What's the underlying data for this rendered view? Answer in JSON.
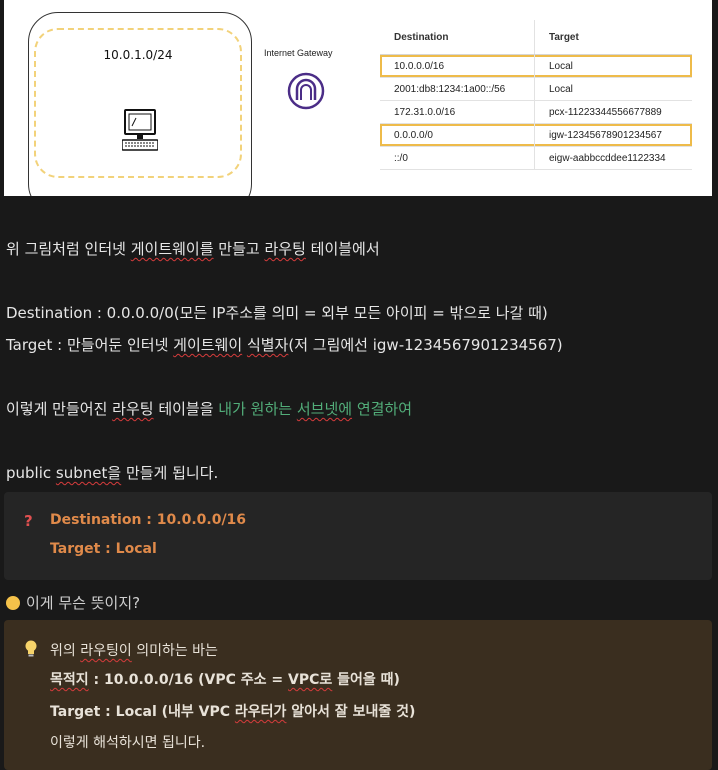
{
  "figure": {
    "cidr": "10.0.1.0/24",
    "igw_label": "Internet Gateway",
    "table": {
      "headers": [
        "Destination",
        "Target"
      ],
      "rows": [
        {
          "destination": "10.0.0.0/16",
          "target": "Local",
          "highlighted": true
        },
        {
          "destination": "2001:db8:1234:1a00::/56",
          "target": "Local",
          "highlighted": false
        },
        {
          "destination": "172.31.0.0/16",
          "target": "pcx-11223344556677889",
          "highlighted": false
        },
        {
          "destination": "0.0.0.0/0",
          "target": "igw-12345678901234567",
          "highlighted": true
        },
        {
          "destination": "::/0",
          "target": "eigw-aabbccddee1122334",
          "highlighted": false
        }
      ]
    },
    "highlight_color": "#eebb4a",
    "icons": [
      "desktop-computer-icon",
      "internet-gateway-icon"
    ]
  },
  "text": {
    "p1_a": "위 그림처럼 인터넷 ",
    "p1_b": "게이트웨이를",
    "p1_c": " 만들고 ",
    "p1_d": "라우팅",
    "p1_e": " 테이블에서",
    "p2": "Destination : 0.0.0.0/0(모든 IP주소를 의미 = 외부 모든 아이피 = 밖으로 나갈 때)",
    "p3_a": "Target : 만들어둔 인터넷 ",
    "p3_b": "게이트웨이",
    "p3_c": " ",
    "p3_d": "식별자",
    "p3_e": "(저 그림에선 igw-1234567901234567)",
    "p4_a": "이렇게 만들어진 ",
    "p4_b": "라우팅",
    "p4_c": " 테이블을 ",
    "p4_d": "내가 원하는 ",
    "p4_e": "서브넷에",
    "p4_f": " 연결하여",
    "p5_a": "public ",
    "p5_b": "subnet을",
    "p5_c": " 만들게 됩니다.",
    "green_color": "#52ad79"
  },
  "callout1": {
    "icon": "question-mark-icon",
    "line1": "Destination : 10.0.0.0/16",
    "line2": "Target  : Local",
    "text_color": "#e08a4a"
  },
  "question": {
    "icon": "thinking-face-icon",
    "text": "이게 무슨 뜻이지?"
  },
  "callout2": {
    "icon": "lightbulb-icon",
    "line1_a": "위의 ",
    "line1_b": "라우팅이",
    "line1_c": " 의미하는 바는",
    "line2_a": "목적지",
    "line2_b": " : 10.0.0.0/16 (VPC 주소 = ",
    "line2_c": "VPC로",
    "line2_d": " 들어올 때)",
    "line3_a": "Target : Local (내부 VPC ",
    "line3_b": "라우터가",
    "line3_c": " 알아서 잘 보내줄 것)",
    "line4": "이렇게 해석하시면 됩니다.",
    "background": "#3a2e1f"
  }
}
